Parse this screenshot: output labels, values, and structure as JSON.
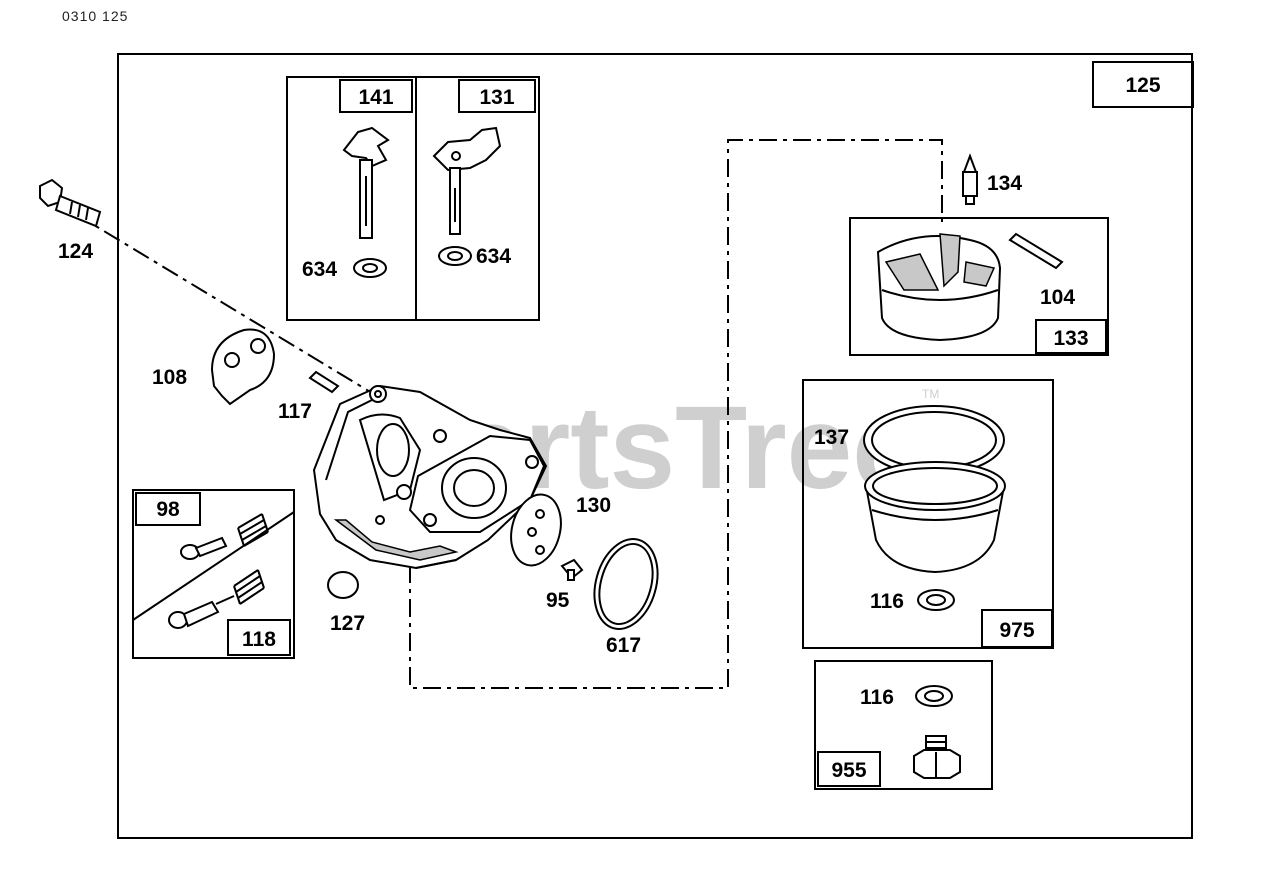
{
  "header": {
    "code": "0310 125"
  },
  "watermark": {
    "text": "PartsTree",
    "tm": "TM"
  },
  "main_box": {
    "label": "125"
  },
  "kits": {
    "k141": "141",
    "k131": "131",
    "k133": "133",
    "k975": "975",
    "k955": "955",
    "k98": "98",
    "k118": "118"
  },
  "labels": {
    "l124": "124",
    "l634a": "634",
    "l634b": "634",
    "l134": "134",
    "l104": "104",
    "l108": "108",
    "l117": "117",
    "l137": "137",
    "l130": "130",
    "l95": "95",
    "l617": "617",
    "l127": "127",
    "l116a": "116",
    "l116b": "116"
  },
  "colors": {
    "ink": "#000000",
    "watermark": "#cfcfcf",
    "shade": "#c8c8c8",
    "paper": "#ffffff"
  }
}
